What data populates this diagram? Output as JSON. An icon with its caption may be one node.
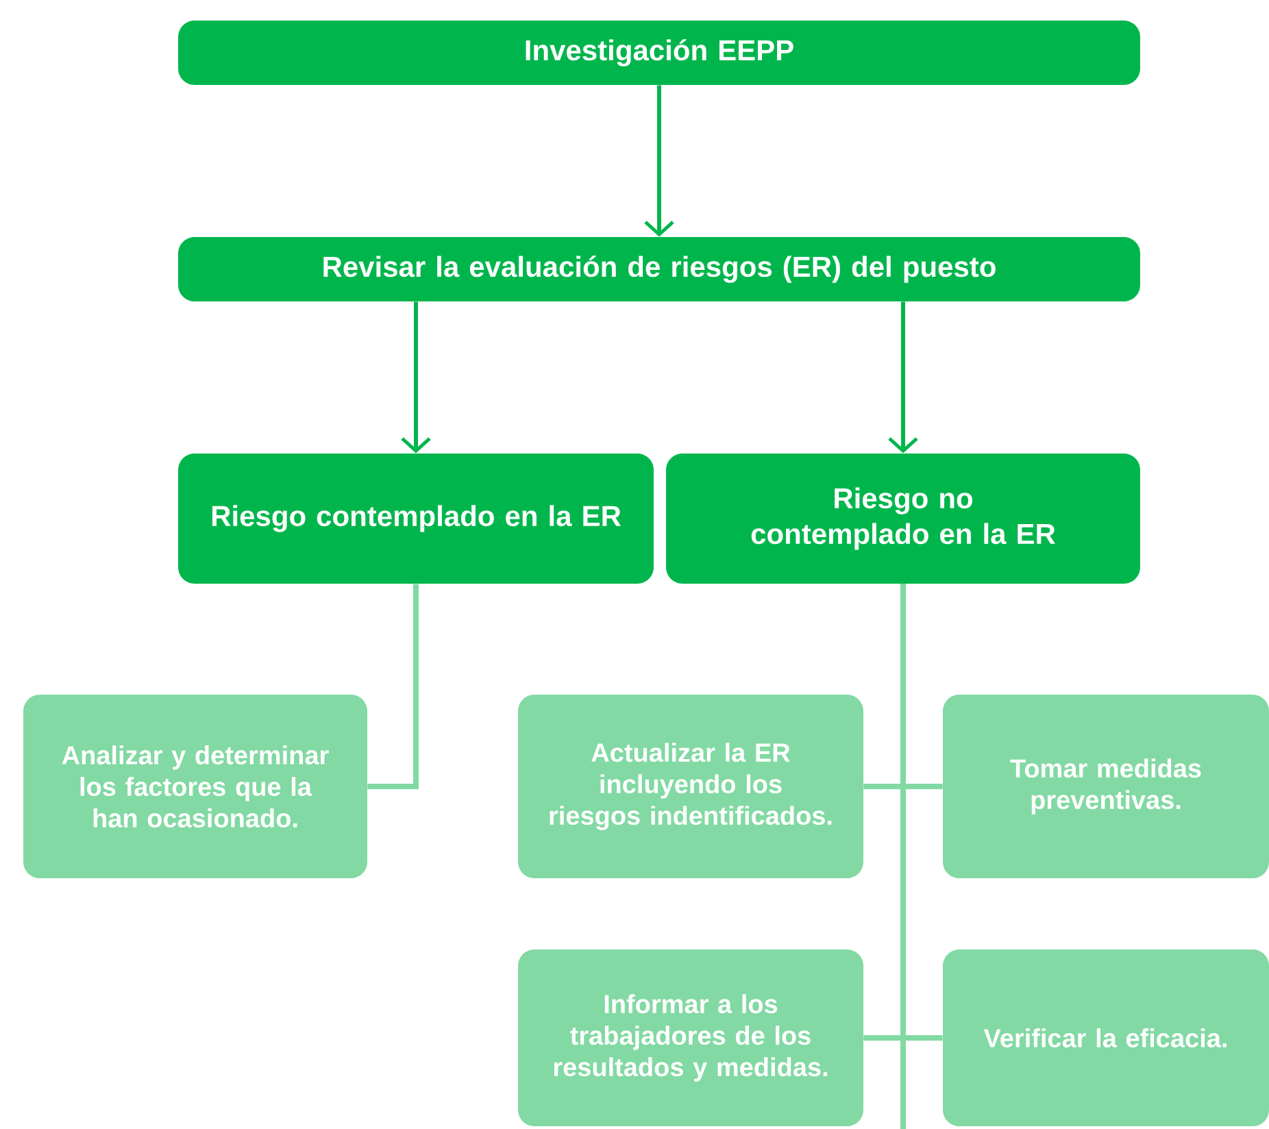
{
  "diagram": {
    "nodes": [
      {
        "text": [
          "Investigación EEPP"
        ]
      },
      {
        "text": [
          "Revisar la evaluación de riesgos (ER) del puesto"
        ]
      },
      {
        "text": [
          "Riesgo contemplado en la ER"
        ]
      },
      {
        "text": [
          "Riesgo no contemplado en la ER"
        ]
      },
      {
        "text": [
          "Analizar y determinar los factores que la han ocasionado."
        ]
      },
      {
        "text": [
          "Actualizar la ER incluyendo los riesgos indentificados."
        ]
      },
      {
        "text": [
          "Tomar medidas preventivas."
        ]
      },
      {
        "text": [
          "Informar a los trabajadores de los resultados y medidas."
        ]
      },
      {
        "text": [
          "Verificar la eficacia."
        ]
      }
    ],
    "edges": [
      {
        "from": 0,
        "to": 1,
        "arrow": "to",
        "color": "#00b64c"
      },
      {
        "from": 1,
        "to": 2,
        "arrow": "to",
        "color": "#00b64c"
      },
      {
        "from": 1,
        "to": 3,
        "arrow": "to",
        "color": "#00b64c"
      },
      {
        "from": 2,
        "to": 4,
        "arrow": "none"
      },
      {
        "from": 3,
        "to": 5,
        "arrow": "none"
      },
      {
        "from": 3,
        "to": 6,
        "arrow": "none"
      },
      {
        "from": 3,
        "to": 7,
        "arrow": "none"
      },
      {
        "from": 3,
        "to": 8,
        "arrow": "none"
      }
    ]
  }
}
